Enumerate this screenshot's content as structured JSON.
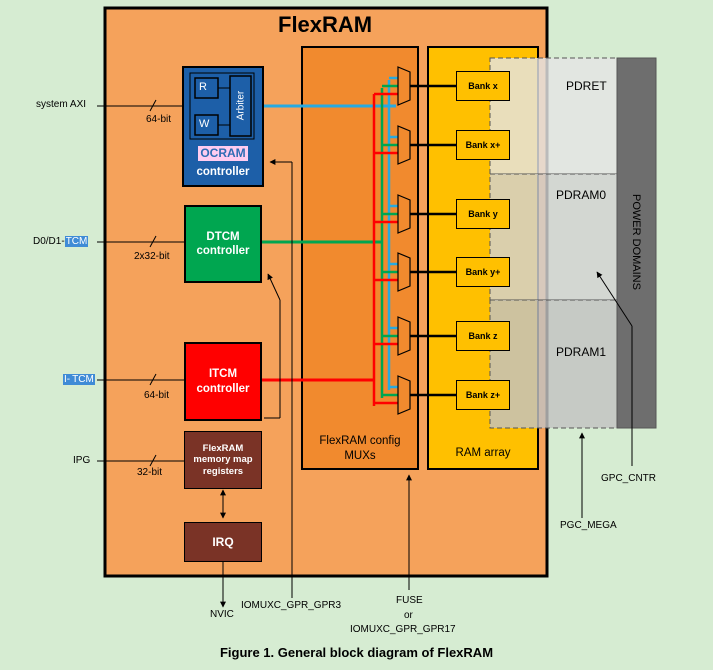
{
  "title": "FlexRAM",
  "caption": "Figure 1.  General block diagram of FlexRAM",
  "interfaces": {
    "system_axi": "system AXI",
    "system_axi_width": "64-bit",
    "d0d1_prefix": "D0/D1-",
    "d0d1_hl": "TCM",
    "d0d1_width": "2x32-bit",
    "itcm_prefix": "I-",
    "itcm_hl": "TCM",
    "itcm_width": "64-bit",
    "ipg": "IPG",
    "ipg_width": "32-bit"
  },
  "ocram": {
    "r": "R",
    "w": "W",
    "arbiter": "Arbiter",
    "name": "OCRAM",
    "controller": "controller"
  },
  "dtcm": {
    "line1": "DTCM",
    "line2": "controller"
  },
  "itcm": {
    "line1": "ITCM",
    "line2": "controller"
  },
  "memory_map": {
    "line1": "FlexRAM",
    "line2": "memory map",
    "line3": "registers"
  },
  "irq": "IRQ",
  "mux": {
    "line1": "FlexRAM config",
    "line2": "MUXs"
  },
  "ram_array": "RAM array",
  "banks": [
    "Bank x",
    "Bank x+",
    "Bank y",
    "Bank y+",
    "Bank z",
    "Bank z+"
  ],
  "power": {
    "pdret": "PDRET",
    "pdram0": "PDRAM0",
    "pdram1": "PDRAM1",
    "domains": "POWER DOMAINS"
  },
  "signals": {
    "nvic": "NVIC",
    "iomuxc3": "IOMUXC_GPR_GPR3",
    "fuse": "FUSE",
    "or": "or",
    "iomuxc17": "IOMUXC_GPR_GPR17",
    "pgc_mega": "PGC_MEGA",
    "gpc_cntr": "GPC_CNTR"
  },
  "colors": {
    "background": "#d6ecd2",
    "flexram": "#f5a25b",
    "mux_panel": "#f18a2e",
    "ram_panel": "#ffc000",
    "ocram": "#1d5fa8",
    "dtcm": "#00a650",
    "itcm": "#ff0000",
    "registers": "#7a3326",
    "bus_blue": "#27aae1",
    "bus_green": "#00a650",
    "bus_red": "#ff0000"
  }
}
